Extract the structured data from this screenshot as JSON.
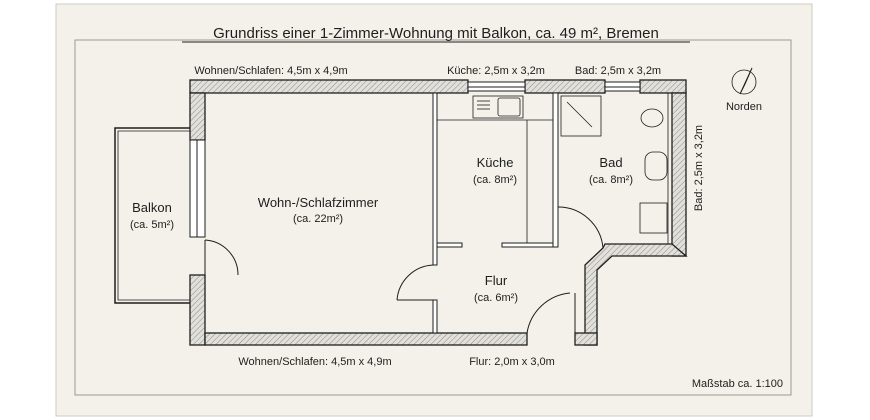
{
  "title": "Grundriss einer 1-Zimmer-Wohnung mit Balkon, ca. 49 m², Bremen",
  "dimensions": {
    "top_living": "Wohnen/Schlafen: 4,5m x 4,9m",
    "top_kitchen": "Küche: 2,5m x 3,2m",
    "top_bath": "Bad: 2,5m x 3,2m",
    "side_bath": "Bad: 2,5m x 3,2m",
    "bottom_living": "Wohnen/Schlafen: 4,5m x 4,9m",
    "bottom_hall": "Flur: 2,0m x 3,0m"
  },
  "rooms": {
    "balkon": {
      "name": "Balkon",
      "area": "(ca. 5m²)"
    },
    "wohn": {
      "name": "Wohn-/Schlafzimmer",
      "area": "(ca. 22m²)"
    },
    "kueche": {
      "name": "Küche",
      "area": "(ca. 8m²)"
    },
    "bad": {
      "name": "Bad",
      "area": "(ca. 8m²)"
    },
    "flur": {
      "name": "Flur",
      "area": "(ca. 6m²)"
    }
  },
  "compass": {
    "label": "Norden",
    "icon": "north-arrow-icon"
  },
  "scale": "Maßstab ca. 1:100",
  "colors": {
    "paper": "#f3f1ea",
    "ink": "#1e1e1e",
    "wall": "#d8d6d0"
  }
}
